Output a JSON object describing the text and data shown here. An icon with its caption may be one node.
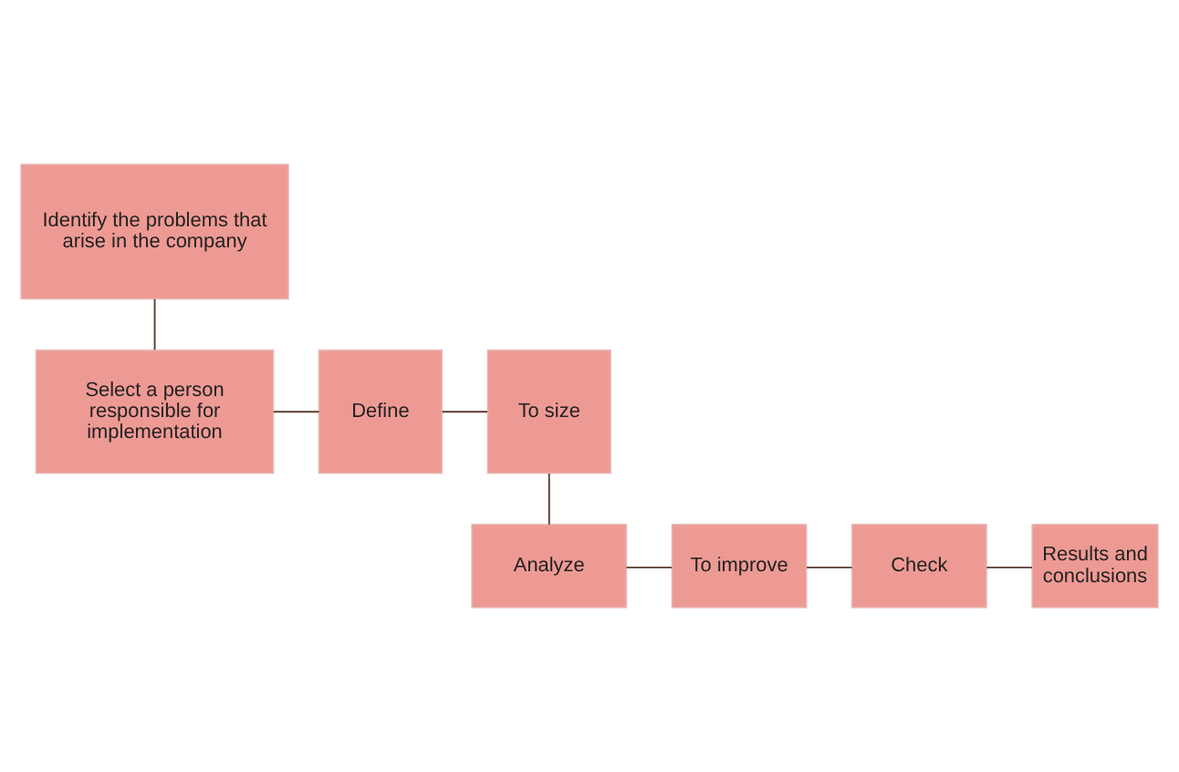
{
  "diagram": {
    "nodes": [
      {
        "text": [
          "Identify the problems that arise in the company"
        ]
      },
      {
        "text": [
          "Select a person responsible for implementation"
        ]
      },
      {
        "text": [
          "Define"
        ]
      },
      {
        "text": [
          "To size"
        ]
      },
      {
        "text": [
          "Analyze"
        ]
      },
      {
        "text": [
          "To improve"
        ]
      },
      {
        "text": [
          "Check"
        ]
      },
      {
        "text": [
          "Results and conclusions"
        ]
      }
    ],
    "edges": [
      {
        "from": 0,
        "to": 1,
        "arrow": "none"
      },
      {
        "from": 1,
        "to": 2,
        "arrow": "none"
      },
      {
        "from": 2,
        "to": 3,
        "arrow": "none"
      },
      {
        "from": 3,
        "to": 4,
        "arrow": "none"
      },
      {
        "from": 4,
        "to": 5,
        "arrow": "none"
      },
      {
        "from": 5,
        "to": 6,
        "arrow": "none"
      },
      {
        "from": 6,
        "to": 7,
        "arrow": "none"
      }
    ]
  }
}
